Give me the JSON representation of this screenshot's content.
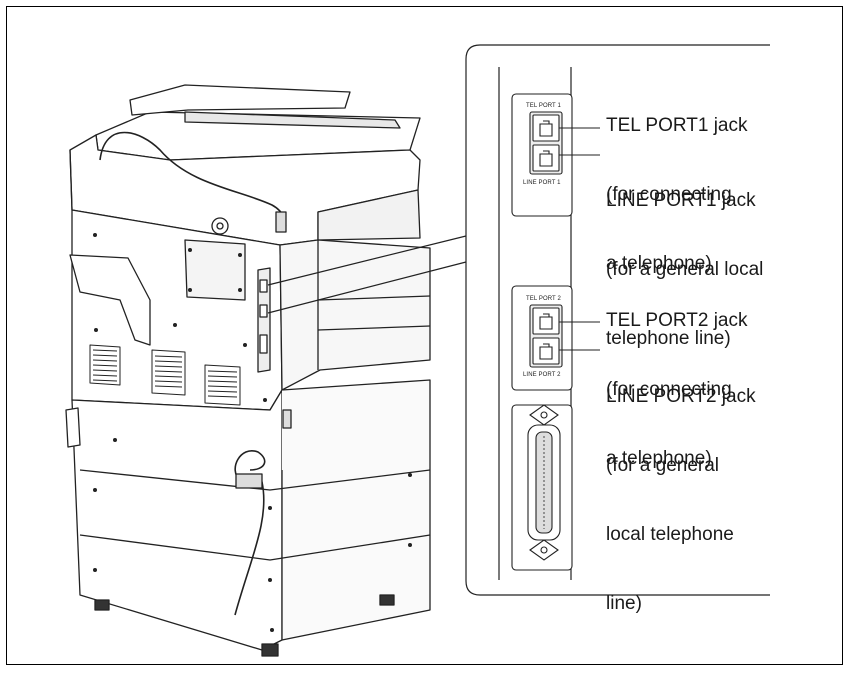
{
  "diagram": {
    "callouts": [
      {
        "id": "tel-port1",
        "lines": [
          "TEL PORT1 jack",
          "(for connecting",
          "a telephone)"
        ]
      },
      {
        "id": "line-port1",
        "lines": [
          "LINE PORT1 jack",
          "(for a general local",
          "telephone line)"
        ]
      },
      {
        "id": "tel-port2",
        "lines": [
          "TEL PORT2 jack",
          "(for connecting",
          "a telephone)"
        ]
      },
      {
        "id": "line-port2",
        "lines": [
          "LINE PORT2 jack",
          "(for a general",
          "local telephone",
          "line)"
        ]
      }
    ],
    "port_labels": {
      "tel_port1": "TEL PORT 1",
      "line_port1": "LINE PORT 1",
      "tel_port2": "TEL PORT 2",
      "line_port2": "LINE PORT 2"
    }
  }
}
